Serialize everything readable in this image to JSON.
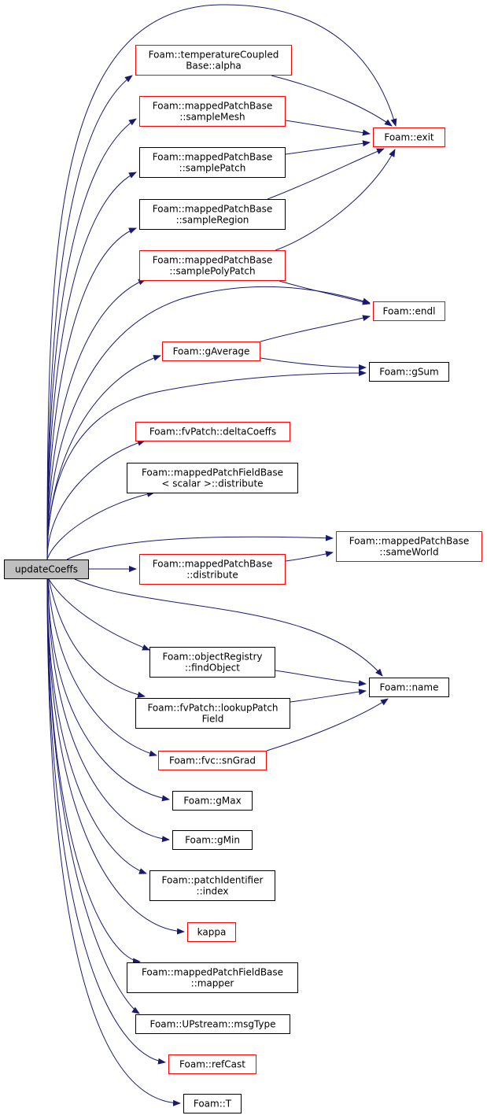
{
  "colors": {
    "edge": "#191970",
    "border_black": "#000000",
    "border_red": "#ff0000",
    "root_fill": "#bfbfbf",
    "node_fill": "#ffffff"
  },
  "nodes": [
    {
      "id": "root",
      "lines": [
        "updateCoeffs"
      ],
      "border": "black",
      "root": true
    },
    {
      "id": "tcb-alpha",
      "lines": [
        "Foam::temperatureCoupled",
        "Base::alpha"
      ],
      "border": "red"
    },
    {
      "id": "mpb-samplemesh",
      "lines": [
        "Foam::mappedPatchBase",
        "::sampleMesh"
      ],
      "border": "red"
    },
    {
      "id": "mpb-samplepatch",
      "lines": [
        "Foam::mappedPatchBase",
        "::samplePatch"
      ],
      "border": "black"
    },
    {
      "id": "mpb-sampleregion",
      "lines": [
        "Foam::mappedPatchBase",
        "::sampleRegion"
      ],
      "border": "black"
    },
    {
      "id": "mpb-samplepolypatch",
      "lines": [
        "Foam::mappedPatchBase",
        "::samplePolyPatch"
      ],
      "border": "red"
    },
    {
      "id": "exit",
      "lines": [
        "Foam::exit"
      ],
      "border": "red"
    },
    {
      "id": "endl",
      "lines": [
        "Foam::endl"
      ],
      "border": "red"
    },
    {
      "id": "gaverage",
      "lines": [
        "Foam::gAverage"
      ],
      "border": "red"
    },
    {
      "id": "gsum",
      "lines": [
        "Foam::gSum"
      ],
      "border": "black"
    },
    {
      "id": "fvpatch-deltacoeffs",
      "lines": [
        "Foam::fvPatch::deltaCoeffs"
      ],
      "border": "red"
    },
    {
      "id": "mpfb-distribute",
      "lines": [
        "Foam::mappedPatchFieldBase",
        "< scalar >::distribute"
      ],
      "border": "black"
    },
    {
      "id": "mpb-sameworld",
      "lines": [
        "Foam::mappedPatchBase",
        "::sameWorld"
      ],
      "border": "red"
    },
    {
      "id": "mpb-distribute",
      "lines": [
        "Foam::mappedPatchBase",
        "::distribute"
      ],
      "border": "red"
    },
    {
      "id": "objreg-findobject",
      "lines": [
        "Foam::objectRegistry",
        "::findObject"
      ],
      "border": "black"
    },
    {
      "id": "name",
      "lines": [
        "Foam::name"
      ],
      "border": "black"
    },
    {
      "id": "fvpatch-lookuppatchfield",
      "lines": [
        "Foam::fvPatch::lookupPatch",
        "Field"
      ],
      "border": "black"
    },
    {
      "id": "fvc-sngrad",
      "lines": [
        "Foam::fvc::snGrad"
      ],
      "border": "red"
    },
    {
      "id": "gmax",
      "lines": [
        "Foam::gMax"
      ],
      "border": "black"
    },
    {
      "id": "gmin",
      "lines": [
        "Foam::gMin"
      ],
      "border": "black"
    },
    {
      "id": "patchid-index",
      "lines": [
        "Foam::patchIdentifier",
        "::index"
      ],
      "border": "black"
    },
    {
      "id": "kappa",
      "lines": [
        "kappa"
      ],
      "border": "red"
    },
    {
      "id": "mpfb-mapper",
      "lines": [
        "Foam::mappedPatchFieldBase",
        "::mapper"
      ],
      "border": "black"
    },
    {
      "id": "upstream-msgtype",
      "lines": [
        "Foam::UPstream::msgType"
      ],
      "border": "black"
    },
    {
      "id": "refcast",
      "lines": [
        "Foam::refCast"
      ],
      "border": "red"
    },
    {
      "id": "t",
      "lines": [
        "Foam::T"
      ],
      "border": "black"
    }
  ],
  "edges": [
    [
      "root",
      "tcb-alpha"
    ],
    [
      "root",
      "mpb-samplemesh"
    ],
    [
      "root",
      "mpb-samplepatch"
    ],
    [
      "root",
      "mpb-sampleregion"
    ],
    [
      "root",
      "mpb-samplepolypatch"
    ],
    [
      "root",
      "exit"
    ],
    [
      "root",
      "endl"
    ],
    [
      "root",
      "gaverage"
    ],
    [
      "root",
      "gsum"
    ],
    [
      "root",
      "fvpatch-deltacoeffs"
    ],
    [
      "root",
      "mpfb-distribute"
    ],
    [
      "root",
      "mpb-sameworld"
    ],
    [
      "root",
      "mpb-distribute"
    ],
    [
      "root",
      "name"
    ],
    [
      "root",
      "objreg-findobject"
    ],
    [
      "root",
      "fvpatch-lookuppatchfield"
    ],
    [
      "root",
      "fvc-sngrad"
    ],
    [
      "root",
      "gmax"
    ],
    [
      "root",
      "gmin"
    ],
    [
      "root",
      "patchid-index"
    ],
    [
      "root",
      "kappa"
    ],
    [
      "root",
      "mpfb-mapper"
    ],
    [
      "root",
      "upstream-msgtype"
    ],
    [
      "root",
      "refcast"
    ],
    [
      "root",
      "t"
    ],
    [
      "tcb-alpha",
      "exit"
    ],
    [
      "mpb-samplemesh",
      "exit"
    ],
    [
      "mpb-samplepatch",
      "exit"
    ],
    [
      "mpb-sampleregion",
      "exit"
    ],
    [
      "mpb-samplepolypatch",
      "exit"
    ],
    [
      "mpb-samplepolypatch",
      "endl"
    ],
    [
      "gaverage",
      "endl"
    ],
    [
      "gaverage",
      "gsum"
    ],
    [
      "mpb-distribute",
      "mpb-sameworld"
    ],
    [
      "objreg-findobject",
      "name"
    ],
    [
      "fvpatch-lookuppatchfield",
      "name"
    ],
    [
      "fvc-sngrad",
      "name"
    ]
  ]
}
